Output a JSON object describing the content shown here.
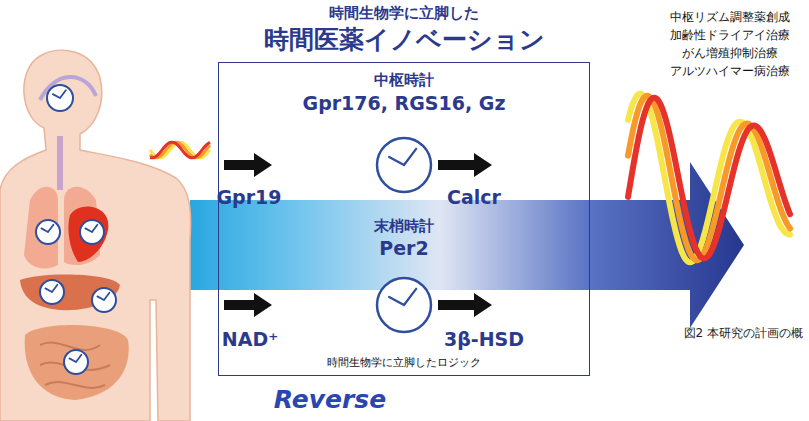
{
  "diagram": {
    "title": "時間医薬イノベーション",
    "caption": "図2 本研究の計画の概",
    "nodes": [
      {
        "text": [
          "中枢時計",
          "Gpr176, RGS16, Gz",
          "末梢時計",
          "Per2",
          "時間生物学に立脚したロジック"
        ]
      }
    ],
    "labels": [
      "時間生物学に立脚した",
      "Gpr19",
      "Calcr",
      "NAD⁺",
      "3β-HSD",
      "Reverse",
      "中枢リズム調整薬創成",
      "加齢性ドライアイ治療",
      "がん増殖抑制治療",
      "アルツハイマー病治療"
    ]
  }
}
